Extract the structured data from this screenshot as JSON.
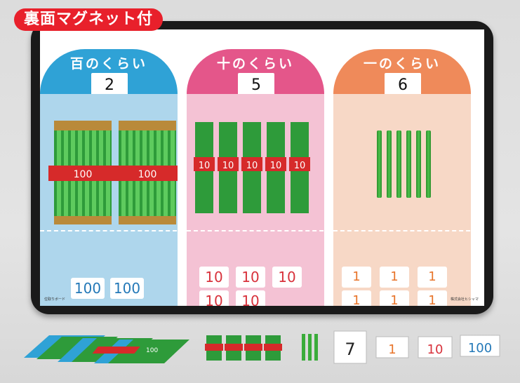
{
  "badge": "裏面マグネット付",
  "columns": [
    {
      "title": "百のくらい",
      "value": "2",
      "color": "#2fa2d6",
      "bg": "#aed6ec"
    },
    {
      "title": "十のくらい",
      "value": "5",
      "color": "#e4568a",
      "bg": "#f4c2d4"
    },
    {
      "title": "一のくらい",
      "value": "6",
      "color": "#ef8a5a",
      "bg": "#f7d8c6"
    }
  ],
  "bundle_labels": {
    "hundred": "100",
    "ten": "10"
  },
  "cards": {
    "hundreds": [
      "100",
      "100"
    ],
    "tens": [
      "10",
      "10",
      "10",
      "10",
      "10"
    ],
    "ones": [
      "1",
      "1",
      "1",
      "1",
      "1",
      "1"
    ]
  },
  "footer_left": "位取りボード",
  "footer_right": "株式会社ヒシャマ",
  "accessories": {
    "one_card": "1",
    "ten_card": "10",
    "hundred_card": "100",
    "number_card": "7"
  }
}
